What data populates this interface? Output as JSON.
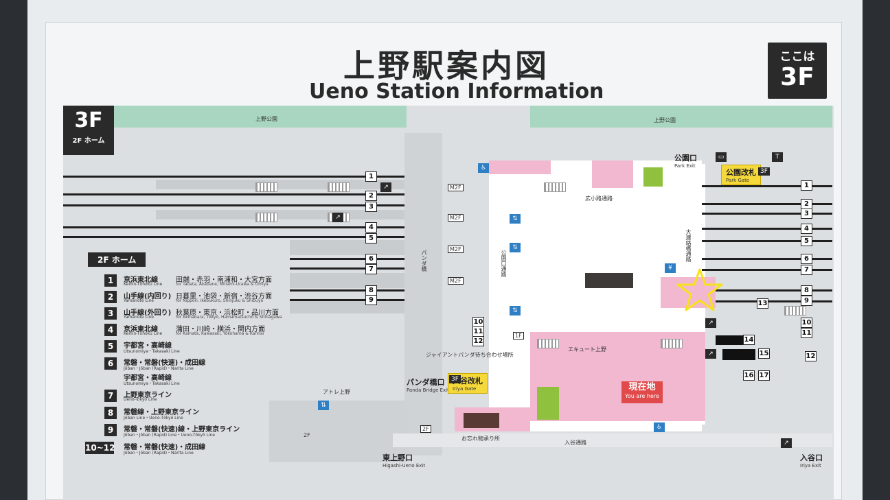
{
  "title": {
    "jp": "上野駅案内図",
    "en": "Ueno Station Information"
  },
  "here": {
    "label": "ここは",
    "floor": "3F"
  },
  "floor_tag": {
    "floor": "3F",
    "sub": "2F ホーム"
  },
  "legend_head": "2F ホーム",
  "lines": [
    {
      "num": "1",
      "name": "京浜東北線",
      "en": "Keihin-Tōhoku Line",
      "dest": "田端・赤羽・南浦和・大宮方面",
      "dest_en": "for Tabata, Akabane, Minami-Urawa & Ōmiya"
    },
    {
      "num": "2",
      "name": "山手線(内回り)",
      "en": "Yamanote Line",
      "dest": "日暮里・池袋・新宿・渋谷方面",
      "dest_en": "for Nippori, Ikebukuro, Shinjuku & Shibuya"
    },
    {
      "num": "3",
      "name": "山手線(外回り)",
      "en": "Yamanote Line",
      "dest": "秋葉原・東京・浜松町・品川方面",
      "dest_en": "for Akihabara, Tōkyō, Hamamatsuchō & Shinagawa"
    },
    {
      "num": "4",
      "name": "京浜東北線",
      "en": "Keihin-Tōhoku Line",
      "dest": "蒲田・川崎・横浜・関内方面",
      "dest_en": "for Kamata, Kawasaki, Yokohama & Kannai"
    },
    {
      "num": "5",
      "name": "宇都宮・高崎線",
      "en": "Utsunomiya・Takasaki Line",
      "dest": "",
      "dest_en": ""
    },
    {
      "num": "6",
      "name": "常磐・常磐(快速)・成田線",
      "en": "Jōban・Jōban (Rapid)・Narita Line",
      "dest": "",
      "dest_en": ""
    },
    {
      "num": "",
      "name": "宇都宮・高崎線",
      "en": "Utsunomiya・Takasaki Line",
      "dest": "",
      "dest_en": ""
    },
    {
      "num": "7",
      "name": "上野東京ライン",
      "en": "Ueno-Tokyo Line",
      "dest": "",
      "dest_en": ""
    },
    {
      "num": "8",
      "name": "常磐線・上野東京ライン",
      "en": "Jōban Line・Ueno-Tōkyō Line",
      "dest": "",
      "dest_en": ""
    },
    {
      "num": "9",
      "name": "常磐・常磐(快速)線・上野東京ライン",
      "en": "Jōban・Jōban (Rapid) Line・Ueno-Tōkyō Line",
      "dest": "",
      "dest_en": ""
    },
    {
      "num": "10~12",
      "name": "常磐・常磐(快速)・成田線",
      "en": "Jōban・Jōban (Rapid)・Narita Line",
      "dest": "",
      "dest_en": ""
    }
  ],
  "map_labels": {
    "park_left": "上野公園",
    "park_right": "上野公園",
    "panda_bridge": "パンダ橋",
    "koen_passage": "公園口通路",
    "daichika": "大連絡橋通路",
    "hirokoji": "広小路通路",
    "ecute": "エキュート上野",
    "atre": "アトレ上野",
    "iriya_passage": "入谷通路",
    "lost_found": "お忘れ物承り所",
    "giant_panda": "ジャイアントパンダ待ち合わせ場所",
    "m2f": "M2F",
    "f1": "1F",
    "f2": "2F"
  },
  "gates": {
    "park_exit": {
      "jp": "公園口",
      "en": "Park Exit"
    },
    "park_gate": {
      "jp": "公園改札",
      "en": "Park Gate",
      "floor": "3F"
    },
    "panda_exit": {
      "jp": "パンダ橋口",
      "en": "Panda Bridge Exit"
    },
    "iriya_gate": {
      "jp": "入谷改札",
      "en": "Iriya Gate",
      "floor": "3F"
    },
    "higashi_exit": {
      "jp": "東上野口",
      "en": "Higashi-Ueno Exit"
    },
    "iriya_exit": {
      "jp": "入谷口",
      "en": "Iriya Exit"
    }
  },
  "you_are_here": {
    "jp": "現在地",
    "en": "You are here"
  },
  "track_numbers_left": [
    "1",
    "2",
    "3",
    "4",
    "5",
    "6",
    "7",
    "8",
    "9",
    "10",
    "11",
    "12"
  ],
  "track_numbers_right": [
    "1",
    "2",
    "3",
    "4",
    "5",
    "6",
    "7",
    "8",
    "9",
    "10",
    "11",
    "12",
    "13",
    "14",
    "15",
    "16",
    "17"
  ],
  "colors": {
    "shops": "#f2b8cf",
    "park": "#a9d6c0",
    "gate": "#f5d83a",
    "here": "#e14a4a",
    "highlight_star": "#f6e21a"
  }
}
